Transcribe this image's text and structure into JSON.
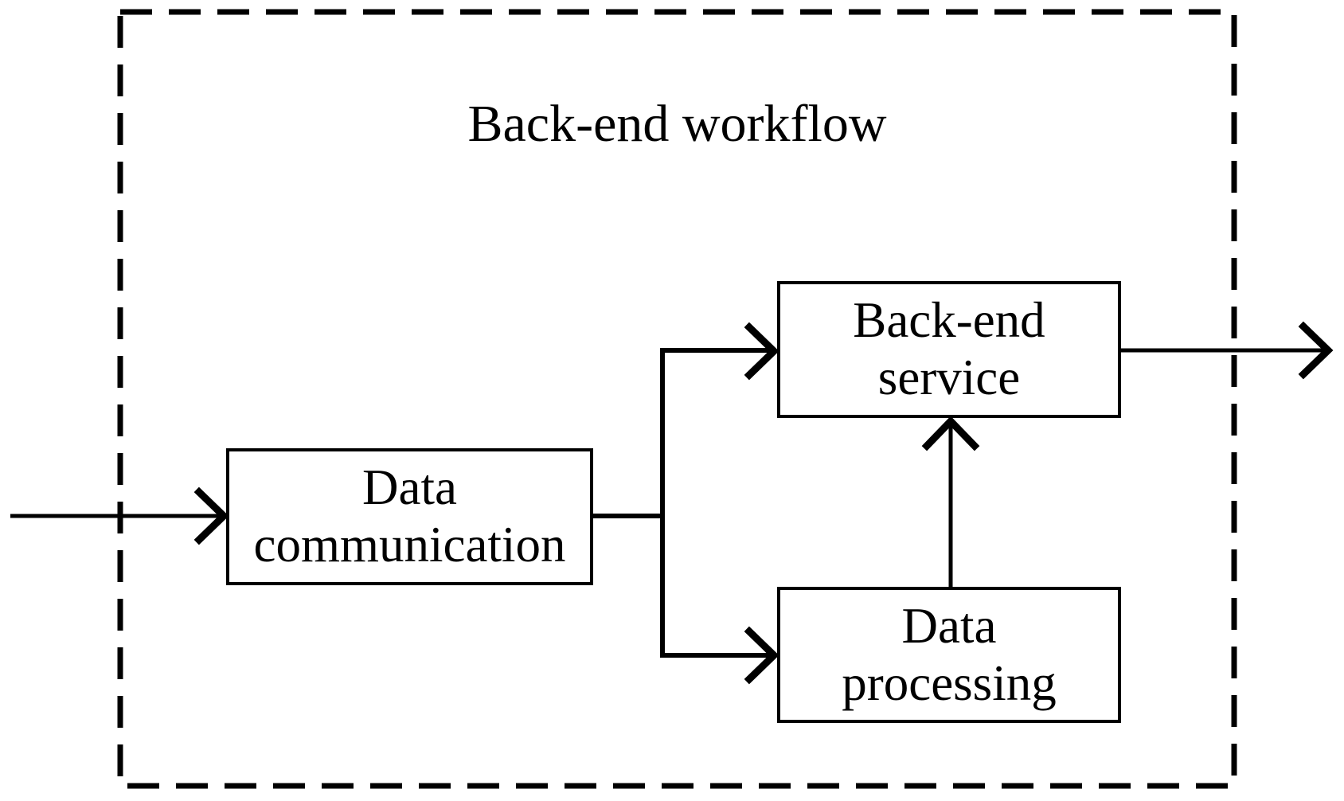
{
  "diagram": {
    "title": "Back-end workflow",
    "nodes": [
      {
        "id": "data-communication",
        "line1": "Data",
        "line2": "communication"
      },
      {
        "id": "back-end-service",
        "line1": "Back-end",
        "line2": "service"
      },
      {
        "id": "data-processing",
        "line1": "Data",
        "line2": "processing"
      }
    ],
    "edges": [
      {
        "from": "external-input",
        "to": "data-communication",
        "direction": "right"
      },
      {
        "from": "data-communication",
        "to": "back-end-service",
        "direction": "right"
      },
      {
        "from": "data-communication",
        "to": "data-processing",
        "direction": "right"
      },
      {
        "from": "data-processing",
        "to": "back-end-service",
        "direction": "up"
      },
      {
        "from": "back-end-service",
        "to": "external-output",
        "direction": "right"
      }
    ],
    "colors": {
      "line": "#000000",
      "background": "#ffffff"
    }
  }
}
